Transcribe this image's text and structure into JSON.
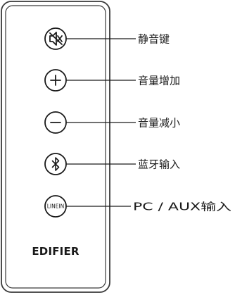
{
  "remote": {
    "brand": "EDIFIER",
    "buttons": [
      {
        "id": "mute",
        "icon": "mute-speaker-icon",
        "callout": "静音键"
      },
      {
        "id": "vol-up",
        "icon": "plus-icon",
        "callout": "音量增加"
      },
      {
        "id": "vol-down",
        "icon": "minus-icon",
        "callout": "音量减小"
      },
      {
        "id": "bluetooth",
        "icon": "bluetooth-icon",
        "callout": "蓝牙输入"
      },
      {
        "id": "linein",
        "icon": "linein-text",
        "text": "LINEIN",
        "callout": "PC / AUX输入"
      }
    ]
  }
}
